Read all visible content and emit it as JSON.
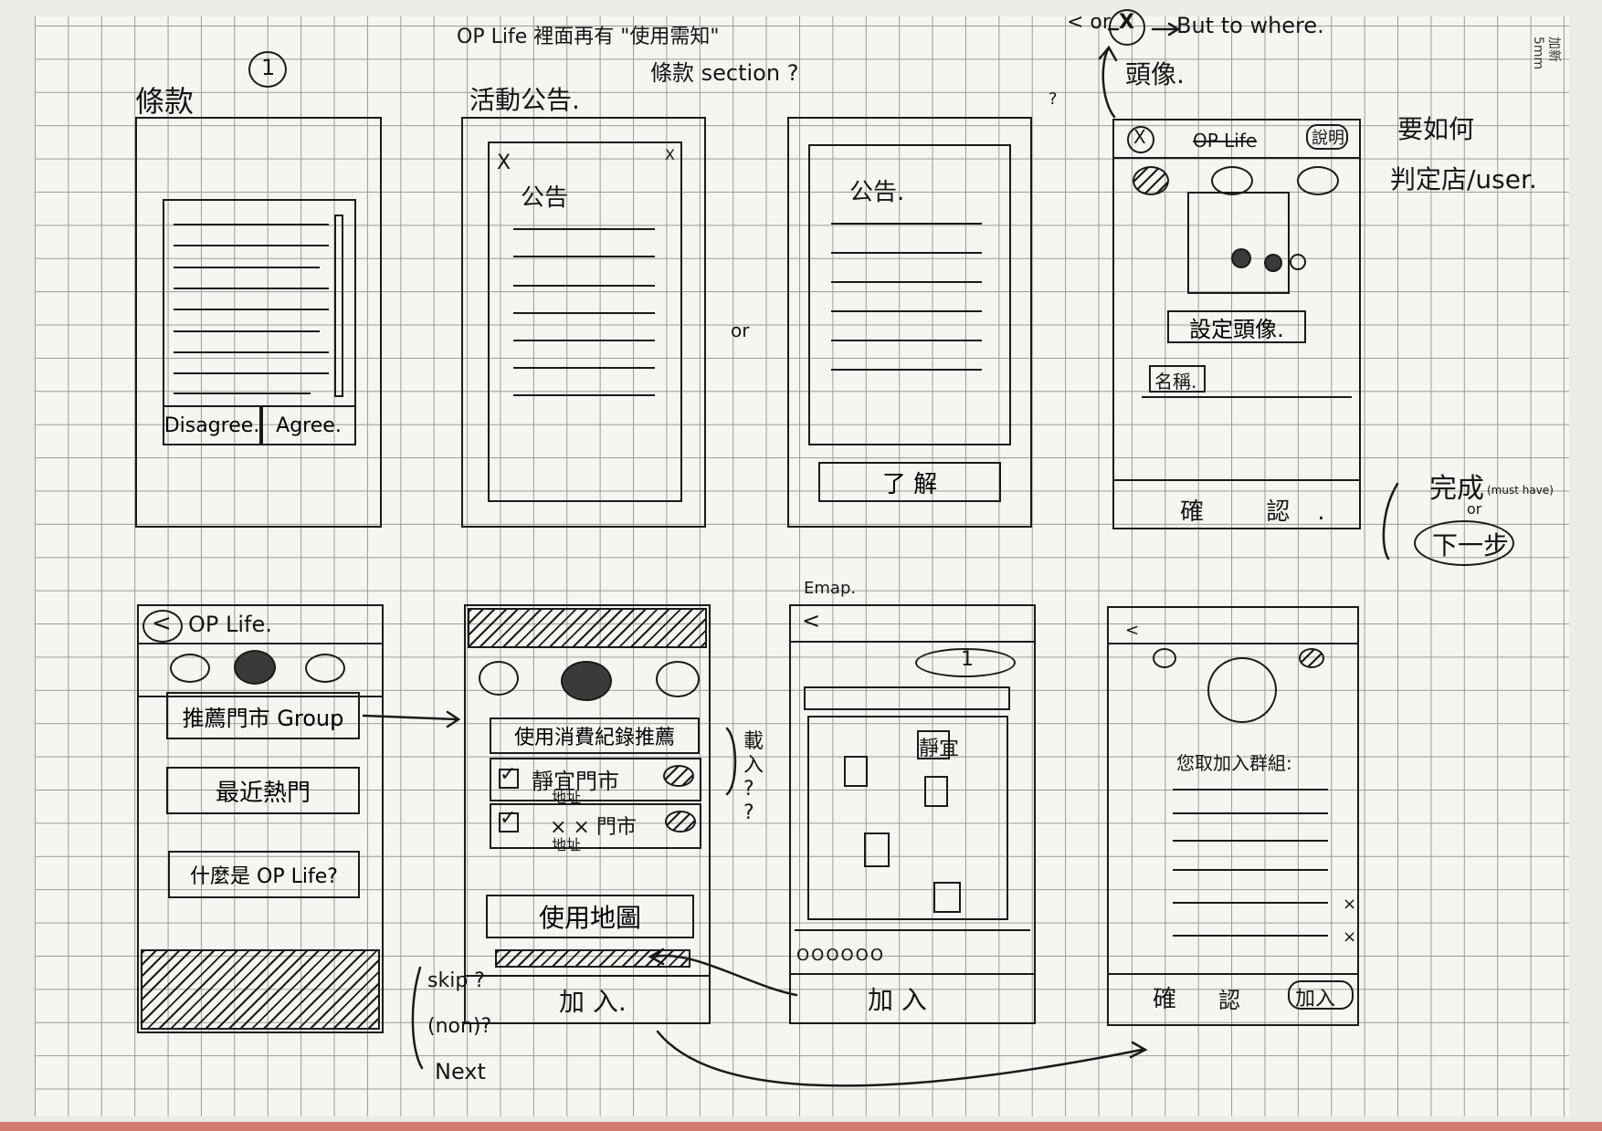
{
  "notes": {
    "top_center_line1": "OP Life 裡面再有 \"使用需知\"",
    "top_center_line2": "條款 section ?",
    "top_right": "< or",
    "top_right_x": "X",
    "top_right_2": "But to where.",
    "avatar_note": "頭像.",
    "right_note_1": "要如何",
    "right_note_2": "判定店/user.",
    "complete": "完成",
    "must_have": "(must have)",
    "or_label": "or",
    "next_step": "下一步",
    "question_mark": "?",
    "emap": "Emap.",
    "load_in": "載入 ? ?",
    "skip_label": "skip ?",
    "non_label": "(non)?",
    "next_label": "Next"
  },
  "screens": {
    "s1": {
      "title": "條款",
      "number": "1",
      "disagree": "Disagree.",
      "agree": "Agree."
    },
    "s2": {
      "title": "活動公告.",
      "close": "X",
      "heading": "公告"
    },
    "s3": {
      "heading": "公告.",
      "ok": "了 解"
    },
    "s4": {
      "close": "X",
      "app_name": "OP Life",
      "help": "說明",
      "set_avatar": "設定頭像.",
      "name": "名稱.",
      "confirm": "確 認."
    },
    "s5": {
      "back": "<",
      "app_name": "OP Life.",
      "item1": "推薦門市 Group",
      "item2": "最近熱門",
      "item3": "什麼是 OP Life?"
    },
    "s6": {
      "use_records": "使用消費紀錄推薦",
      "store1": "靜宜門市",
      "store1_addr": "地址",
      "store2": "× × 門市",
      "store2_addr": "地址",
      "use_map": "使用地圖",
      "join": "加 入."
    },
    "s7": {
      "back": "<",
      "one": "1",
      "store_label": "靜宜",
      "dots": "OOOOOO",
      "join": "加 入"
    },
    "s8": {
      "back": "<",
      "title": "您取加入群組:",
      "confirm": "確",
      "recognize": "認",
      "join": "加入"
    }
  },
  "brand": {
    "text": "加新 5mm"
  }
}
